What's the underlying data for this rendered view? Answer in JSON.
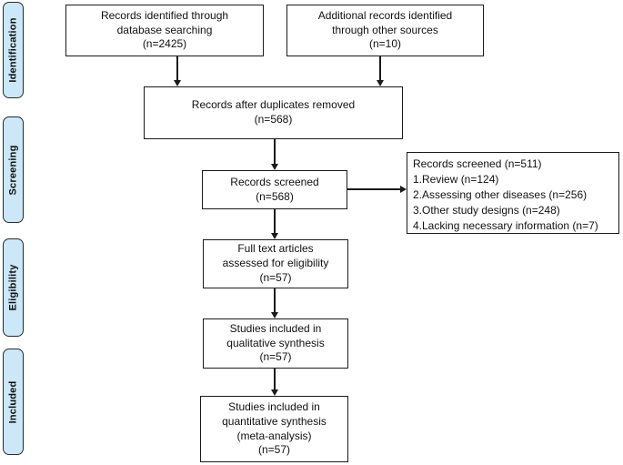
{
  "diagram": {
    "type": "prisma-flow",
    "stages": [
      {
        "label": "Identification"
      },
      {
        "label": "Screening"
      },
      {
        "label": "Eligibility"
      },
      {
        "label": "Included"
      }
    ],
    "boxes": {
      "database": {
        "text": "Records identified through\ndatabase searching\n(n=2425)"
      },
      "other_sources": {
        "text": "Additional records identified\nthrough other sources\n(n=10)"
      },
      "duplicates_removed": {
        "text": "Records after duplicates removed\n(n=568)"
      },
      "screened": {
        "text": "Records screened\n(n=568)"
      },
      "excluded": {
        "lines": [
          "Records screened (n=511)",
          "1.Review (n=124)",
          "2.Assessing other diseases (n=256)",
          "3.Other study designs (n=248)",
          "4.Lacking necessary information (n=7)"
        ]
      },
      "full_text": {
        "text": "Full text articles\nassessed for eligibility\n(n=57)"
      },
      "qualitative": {
        "text": "Studies included in\nqualitative synthesis\n(n=57)"
      },
      "quantitative": {
        "text": "Studies included in\nquantitative synthesis\n(meta-analysis)\n(n=57)"
      }
    },
    "colors": {
      "stage_fill": "#cbe7f8",
      "stage_border": "#2b2b2b",
      "box_border": "#1a1a1a",
      "text": "#111111",
      "background": "#ffffff"
    }
  }
}
